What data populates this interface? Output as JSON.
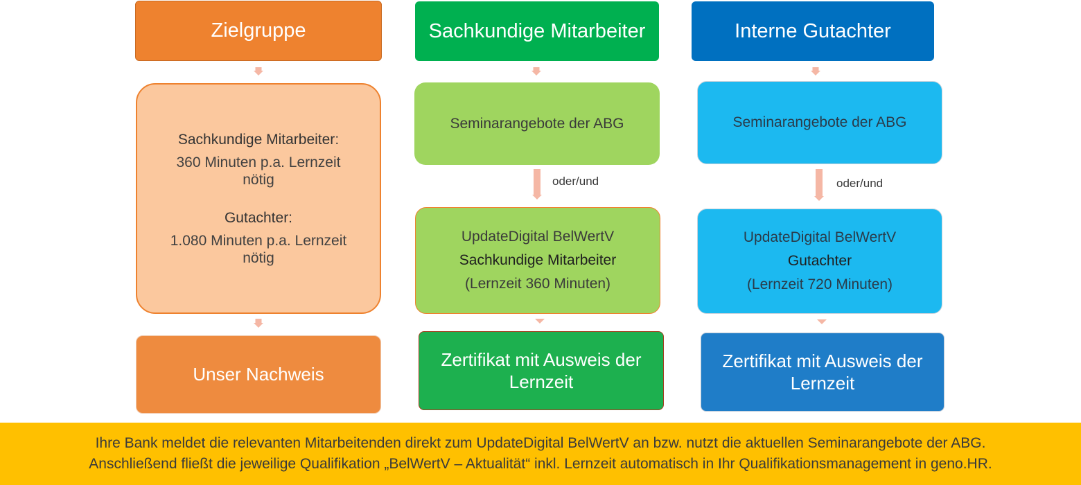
{
  "columns": {
    "left": {
      "header": "Zielgruppe",
      "card": {
        "group1_title": "Sachkundige Mitarbeiter",
        "group1_colon": ":",
        "group1_line1": "360 Minuten p.a. Lernzeit",
        "group1_line2": "nötig",
        "group2_title": "Gutachter:",
        "group2_line1": "1.080 Minuten p.a. Lernzeit",
        "group2_line2": "nötig"
      },
      "output": "Unser Nachweis"
    },
    "middle": {
      "header": "Sachkundige Mitarbeiter",
      "seminar": "Seminarangebote der ABG",
      "connector": "oder/und",
      "digital_line1": "UpdateDigital BelWertV",
      "digital_line2": "Sachkundige Mitarbeiter",
      "digital_line3": "(Lernzeit 360 Minuten)",
      "output_line1": "Zertifikat mit Ausweis der",
      "output_line2": "Lernzeit"
    },
    "right": {
      "header": "Interne Gutachter",
      "seminar": "Seminarangebote der ABG",
      "connector": "oder/und",
      "digital_line1": "UpdateDigital BelWertV",
      "digital_line2": "Gutachter",
      "digital_line3": "(Lernzeit 720 Minuten)",
      "output_line1": "Zertifikat mit Ausweis der",
      "output_line2": "Lernzeit"
    }
  },
  "banner": {
    "line1": "Ihre Bank meldet die relevanten Mitarbeitenden direkt zum UpdateDigital BelWertV an bzw. nutzt die aktuellen Seminarangebote der ABG.",
    "line2": "Anschließend fließt die jeweilige Qualifikation „BelWertV – Aktualität“ inkl. Lernzeit automatisch in Ihr Qualifikationsmanagement in geno.HR."
  },
  "colors": {
    "orange": "#ee822f",
    "peach": "#fbc89e",
    "green": "#00b050",
    "light_green": "#9fd55f",
    "blue": "#0070c0",
    "light_blue": "#1cb9f0",
    "banner_yellow": "#ffc000",
    "arrow": "#f5b7a5"
  }
}
